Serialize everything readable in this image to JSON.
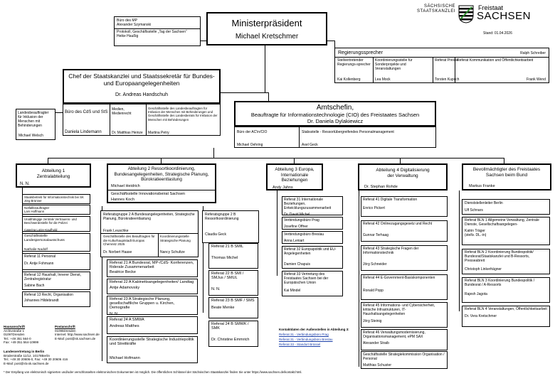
{
  "top": {
    "office_title": "Büro des MP",
    "office_person": "Alexander Szymanski",
    "protocol_text": "Protokoll, Geschäftsstelle „Tag der Sachsen“",
    "protocol_person": "Heike Haußig",
    "mp_title": "Ministerpräsident",
    "mp_name": "Michael Kretschmer",
    "logo_line1": "SÄCHSISCHE",
    "logo_line2": "STAATSKANZLEI",
    "logo_freistaat": "Freistaat",
    "logo_sachsen": "SACHSEN",
    "stand": "Stand: 01.04.2026"
  },
  "speaker": {
    "title": "Regierungssprecher",
    "person": "Ralph Schreiber",
    "cols": [
      {
        "text": "Stellvertretender Regierungs-sprecher",
        "person": "Kai Kollenberg"
      },
      {
        "text": "Koordinierungsstelle für Sonderprojekte und Veranstaltungen",
        "person": "Lea Mock"
      },
      {
        "text": "Referat Presse",
        "person": "Torsten Kupsch"
      },
      {
        "text": "Referat Kommunikation und Öffentlichkeitsarbeit",
        "person": "Frank Wend"
      }
    ]
  },
  "chief": {
    "title": "Chef der Staatskanzlei und Staatssekretär für Bundes- und Europaangelegenheiten",
    "name": "Dr. Andreas Handschuh",
    "office_text": "Büro des CdS und StS",
    "office_person": "Daniela Lindemann",
    "media_text": "Medien, Medienrecht",
    "media_person": "Dr. Matthias Heinze",
    "disab_text": "Geschäftsstelle des Landesbeauftragten für Inklusion der Menschen mit Behinderungen und Geschäftsstelle des Landesbeirats für Inklusion der Menschen mit Behinderungen",
    "disab_person": "Martina Petry",
    "commissioner_text": "Landesbeauftragter für Inklusion der Menschen mit Behinderungen",
    "commissioner_person": "Michael Welsch"
  },
  "cio": {
    "title": "Amtschefin,",
    "subtitle": "Beauftragte für Informationstechnologie (CIO) des Freistaates Sachsen",
    "name": "Dr. Daniela Dylakiewicz",
    "office_text": "Büro der AC'in/CIO",
    "office_person": "Michael Oehring",
    "staff_text": "Stabsstelle - Ressortübergreifendes Personalmanagement",
    "staff_person": "Axel Geck"
  },
  "dept1": {
    "title": "Abteilung 1 Zentralabteilung",
    "head": "N. N.",
    "items": [
      {
        "text": "Staatsbetrieb für Informationstechnik bei SK",
        "person": "Jörg Brünner"
      },
      {
        "text": "Notfallbeauftragter",
        "person": "Lars Hoffmann"
      },
      {
        "text": "Unabhängige zentrale Vertrauens- und Beschwerdestelle für die Polizei",
        "person": "Caterina Lotze-Kaufhold"
      },
      {
        "text": "Geschäftsstelle Landespersonalausschuss",
        "person": "Nathalie Nadolf"
      },
      {
        "text": "Referat 11 Personal",
        "person": "Dr. Antje Fohmann"
      },
      {
        "text": "Referat 12 Haushalt, Innerer Dienst, Zentralregistratur",
        "person": "Sabine Bach"
      },
      {
        "text": "Referat 13 Recht, Organisation",
        "person": "Johannes Hildebrandt"
      }
    ]
  },
  "dept2": {
    "title": "Abteilung 2 Ressortkoordinierung, Bundesangelegenheiten, Strategische Planung, Bürokratieentlastung",
    "head": "Michael Heidrich",
    "innov_text": "Geschäftsstelle Innovationsbeirat Sachsen",
    "innov_person": "Hannes Koch",
    "groupA_title": "Referatsgruppe 2 A Bundesangelegenheiten, Strategische Planung, Bürokratieentlastung",
    "groupA_person": "Frank Leuschke",
    "kultur_text": "Geschäftsstelle des Beauftragten für die Kulturhauptstadt Europas Chemnitz 2025",
    "kultur_person": "Dr. Norbert Haase",
    "koord_text": "Koordinierungsstelle Strategische Planung",
    "koord_person": "Nancy Schultze",
    "groupA_items": [
      {
        "text": "Referat 21 A Bundesrat, MP-/CdS- Konferenzen, föderale Zusammenarbeit",
        "person": "Beatrice Becke"
      },
      {
        "text": "Referat 22 A Kabinettsangelegenheiten/ Landtag",
        "person": "Antje Adamovsky"
      },
      {
        "text": "Referat 23 A Strategische Planung, gesellschaftliche Gruppen u. Kirchen, Demografie",
        "person": "N. N."
      },
      {
        "text": "Referat 24 A SMWA",
        "person": "Andreas Matthes"
      },
      {
        "text": "Koordinierungsstelle Strategische Industriepolitik und Streitkräfte",
        "person": "Michael Hofmann"
      }
    ],
    "groupB_title": "Referatsgruppe 2 B Ressortkoordinierung",
    "groupB_person": "Claudia Geck",
    "groupB_items": [
      {
        "text": "Referat 21 B SMIL",
        "person": "Thomas Michel"
      },
      {
        "text": "Referat 22 B SMI / SMJus / SMUL",
        "person": "N. N."
      },
      {
        "text": "Referat 23 B SMF / SMS",
        "person": "Beate Menke"
      },
      {
        "text": "Referat 24 B SMWK / SMK",
        "person": "Dr. Christine Emmrich"
      }
    ]
  },
  "dept3": {
    "title": "Abteilung 3 Europa, Internationale Beziehungen",
    "head": "Andy Jahns",
    "items": [
      {
        "text": "Referat 31 Internationale Beziehungen, Entwicklungszusammenarbeit",
        "person": "Dr. David Michel"
      },
      {
        "text": "Verbindungsbüro Prag",
        "person": "Josefine Offner"
      },
      {
        "text": "Verbindungsbüro Breslau",
        "person": "Anna Leniart"
      },
      {
        "text": "Referat 32 Europapolitik und EU-Angelegenheiten",
        "person": "Damien Chapuis"
      },
      {
        "text": "Referat 33 Vertretung des Freistaates Sachsen bei der Europäischen Union",
        "person": "Kai Mindel"
      }
    ],
    "contacts_title": "Kontaktdaten der Außenstellen in Abteilung 3:",
    "contacts": [
      "Referat 31 - Verbindungsbüro Prag",
      "Referat 31 - Verbindungsbüro Breslau",
      "Referat 33 - Standort Brüssel"
    ]
  },
  "dept4": {
    "title": "Abteilung 4 Digitalisierung der Verwaltung",
    "head": "Dr. Stephan Rohde",
    "items": [
      {
        "text": "Referat 41 Digitale Transformation",
        "person": "Enrico Pickert"
      },
      {
        "text": "Referat 42 Onlinezugangsgesetz und Recht",
        "person": "Gunnar Terhaag"
      },
      {
        "text": "Referat 43 Strategische Fragen der Informationstechnik",
        "person": "Jörg Schneider"
      },
      {
        "text": "Referat 44 E-Government-Basiskomponenten",
        "person": "Ronald Popp"
      },
      {
        "text": "Referat 45 Informations- und Cybersicherheit, kritische Infrastrukturen, IT-Haushaltsangelegenheiten",
        "person": "Jörg Steinig"
      },
      {
        "text": "Referat 46 Verwaltungsmodernisierung, Organisationsmanagement, ePM SAX",
        "person": "Alexander Straib"
      },
      {
        "text": "Geschäftsstelle Strategiekommission Organisation / Personal",
        "person": "Matthias Schuster"
      }
    ]
  },
  "federal": {
    "title": "Bevollmächtigter des Freistaates Sachsen beim Bund",
    "head": "Markus Franke",
    "items": [
      {
        "text": "Dienststellenleiter Berlin",
        "person": "Ulf Schnars"
      },
      {
        "text": "Referat BLN 1 Allgemeine Verwaltung, Zentrale Dienste, Gesellschaftsangelegen-",
        "person": "Katrin Träger (stellv. DL.-in)"
      },
      {
        "text": "Referat BLN 2 Koordinierung Bundespolitik/ Bundesrat/Staatskanzlei und B-Ressorts, Presseabreit",
        "person": "Christoph Linkerhägner"
      },
      {
        "text": "Referat BLN 3 Koordinierung Bundespolitik / Bundesrat / A-Ressorts",
        "person": "Rajesh Jagota"
      },
      {
        "text": "Referat BLN 4 Veranstaltungen, Öffentlichkeitsarbeit",
        "person": "Dr. Vera Kretschmer"
      }
    ]
  },
  "footer": {
    "house_label": "Hausanschrift",
    "house_lines": [
      "Archivstraße 1",
      "01097Dresden",
      "Tel.: +49 351 564-0",
      "Fax: +49 351 564-10999"
    ],
    "post_label": "Postanschrift",
    "post_lines": [
      "01095Dresden",
      "Internet: http://www.sachsen.de",
      "E-Mail: post@sk.sachsen.de"
    ],
    "berlin_label": "Landesvertretung in Berlin",
    "berlin_lines": [
      "Brüderstraße 11/12, 10178Berlin",
      "Tel.: +49 30 20606-0, Fax: +49 30 20606 416",
      "E-Mail: post@slv.sk.sachsen.de"
    ],
    "note": "* Der Empfang von elektronisch signierten und/oder verschlüsselten elektronischen Dokumenten ist möglich. Die öffentlichen Schlüssel der Sächsischen Staatskanzlei finden Sie unter https://www.sachsen.de/kontakt.html."
  }
}
